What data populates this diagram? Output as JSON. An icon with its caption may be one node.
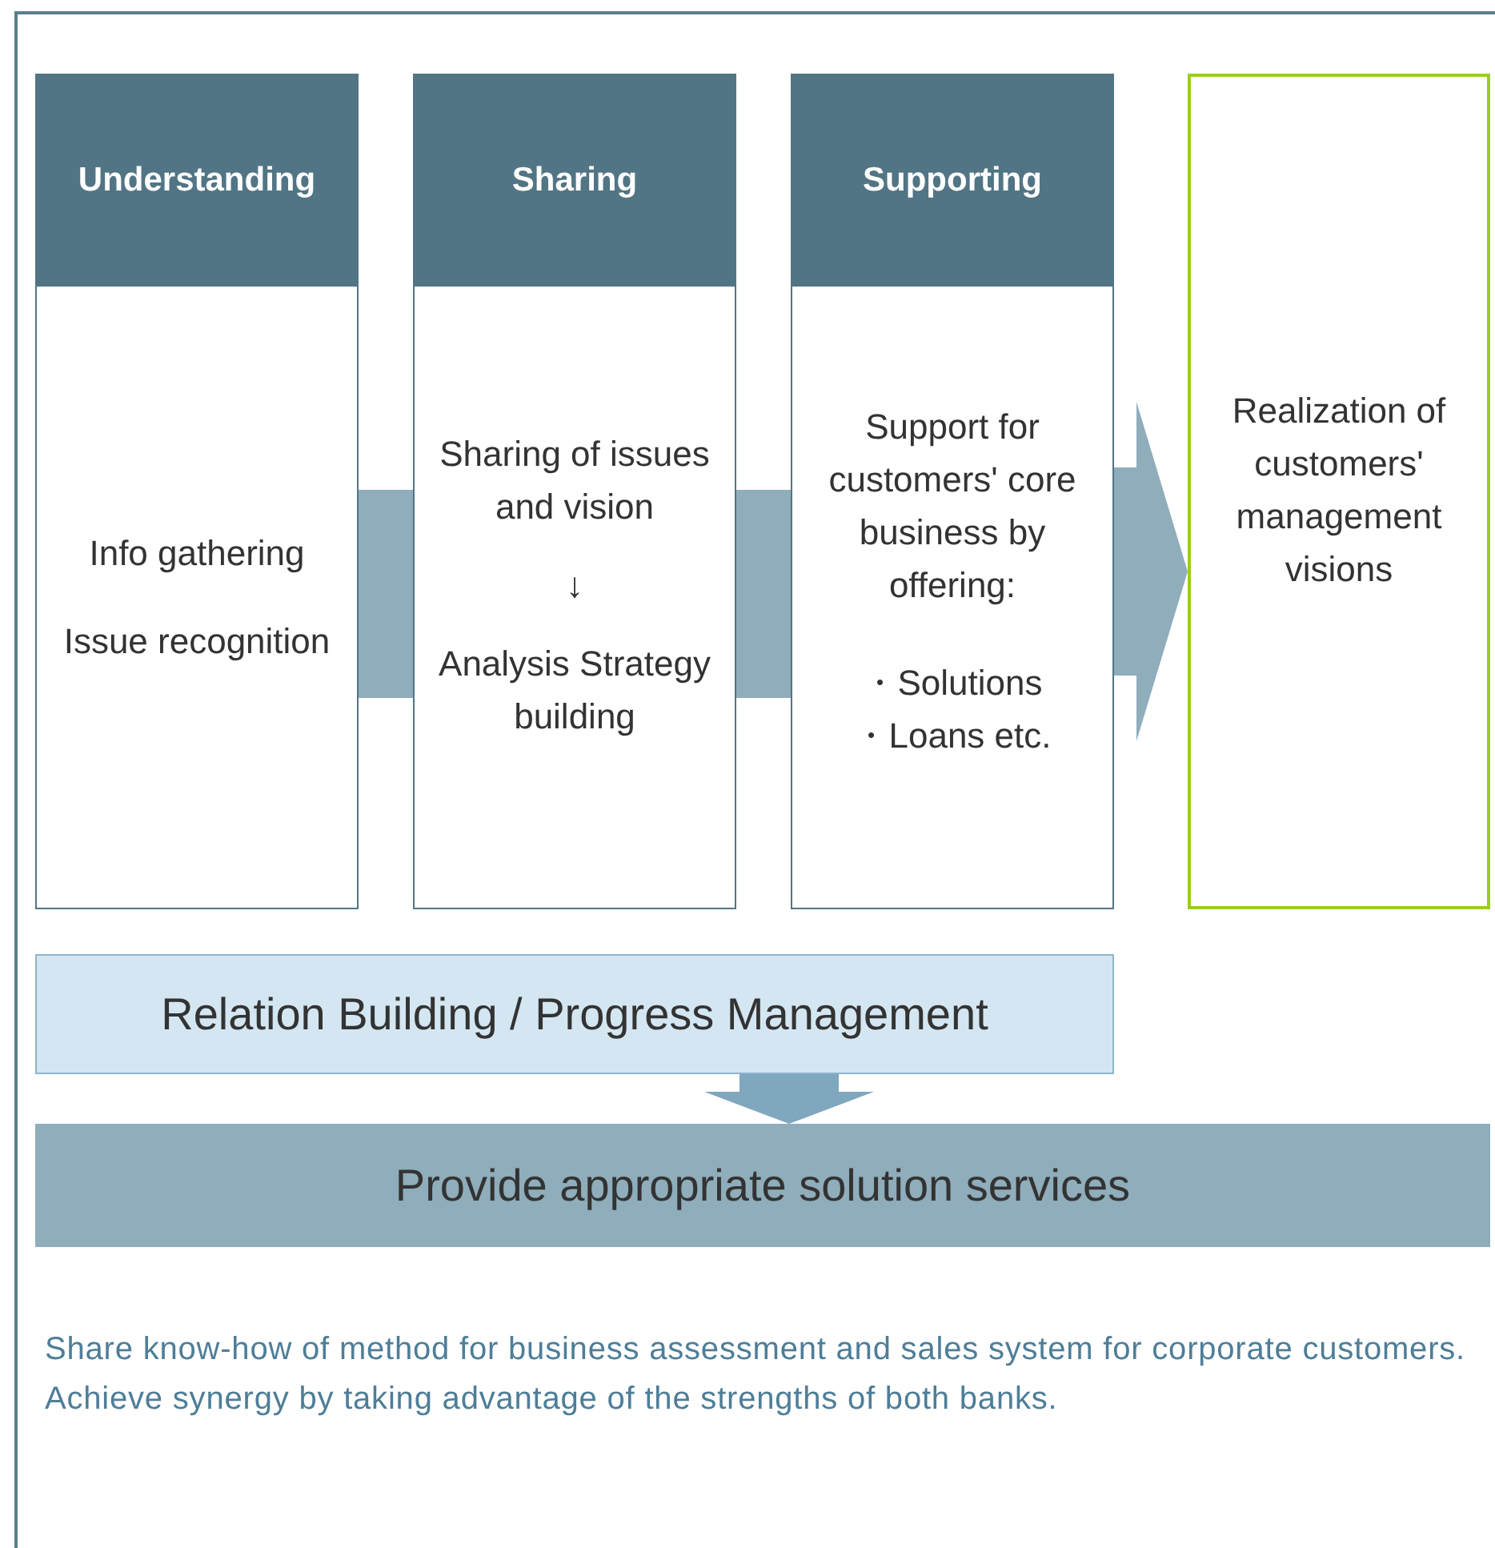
{
  "diagram": {
    "nodes": [
      {
        "text": [
          "Understanding",
          "Info gathering",
          "Issue recognition"
        ]
      },
      {
        "text": [
          "Sharing",
          "Sharing of issues and vision",
          "↓",
          "Analysis Strategy building"
        ]
      },
      {
        "text": [
          "Supporting",
          "Support for customers' core business by offering:",
          "・Solutions",
          "・Loans etc."
        ]
      },
      {
        "text": [
          "Realization of customers' management visions"
        ]
      },
      {
        "text": [
          "Relation Building / Progress Management"
        ]
      },
      {
        "text": [
          "Provide appropriate solution services"
        ]
      }
    ],
    "edges": [
      {
        "from": 0,
        "to": 1,
        "arrow": "none"
      },
      {
        "from": 1,
        "to": 2,
        "arrow": "none"
      },
      {
        "from": 2,
        "to": 3,
        "arrow": "to"
      },
      {
        "from": 4,
        "to": 5,
        "arrow": "to"
      }
    ],
    "labels": [
      "Share know-how of method for business assessment and sales system for corporate customers. Achieve synergy by taking advantage of the strengths of both banks."
    ]
  }
}
